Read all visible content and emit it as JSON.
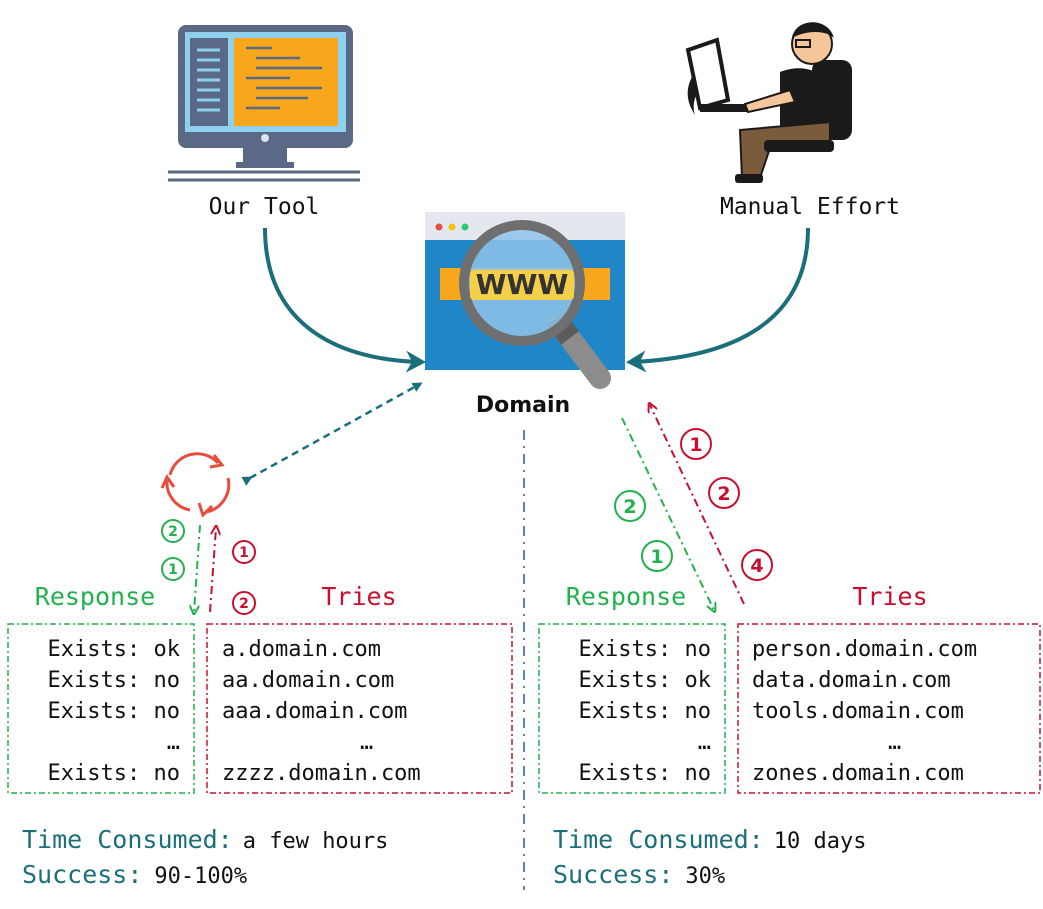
{
  "labels": {
    "our_tool": "Our Tool",
    "manual_effort": "Manual Effort",
    "domain": "Domain",
    "www": "WWW"
  },
  "left": {
    "response_header": "Response",
    "tries_header": "Tries",
    "responses": [
      "Exists: ok",
      "Exists: no",
      "Exists: no",
      "…",
      "Exists: no"
    ],
    "tries": [
      "a.domain.com",
      "aa.domain.com",
      "aaa.domain.com",
      "…",
      "zzzz.domain.com"
    ],
    "step_green": [
      "2",
      "1"
    ],
    "step_red": [
      "1",
      "2"
    ],
    "time_label": "Time Consumed:",
    "time_value": "a few hours",
    "success_label": "Success:",
    "success_value": "90-100%"
  },
  "right": {
    "response_header": "Response",
    "tries_header": "Tries",
    "responses": [
      "Exists: no",
      "Exists: ok",
      "Exists: no",
      "…",
      "Exists: no"
    ],
    "tries": [
      "person.domain.com",
      "data.domain.com",
      "tools.domain.com",
      "…",
      "zones.domain.com"
    ],
    "step_green": [
      "2",
      "1"
    ],
    "step_red": [
      "1",
      "2",
      "4"
    ],
    "time_label": "Time Consumed:",
    "time_value": "10 days",
    "success_label": "Success:",
    "success_value": "30%"
  },
  "colors": {
    "teal": "#1b6f7b",
    "green": "#22b14c",
    "red": "#c8102e",
    "divider": "#5b7fd6",
    "window_blue": "#1f86c8",
    "orange": "#f8a61c"
  }
}
